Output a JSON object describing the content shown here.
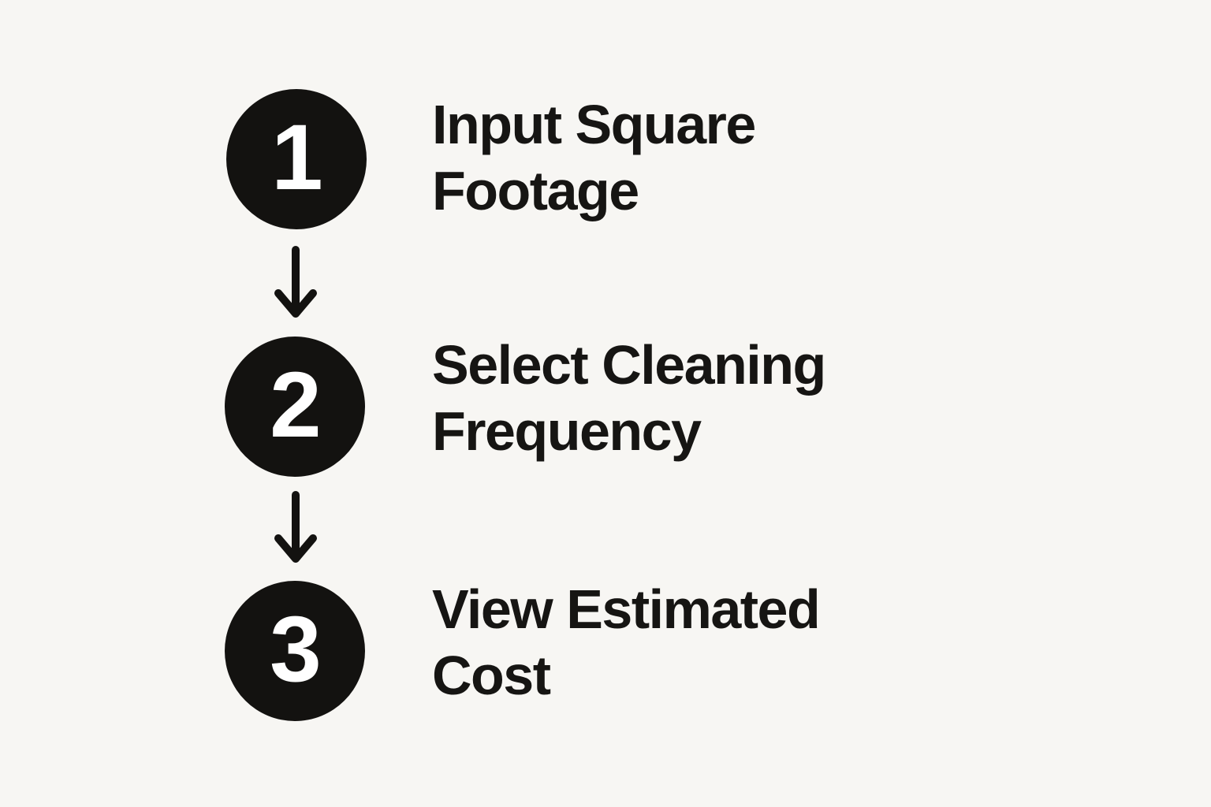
{
  "page": {
    "background_color": "#f7f6f3",
    "text_color": "#161513",
    "circle_color": "#131210",
    "number_color": "#ffffff"
  },
  "steps": [
    {
      "number": "1",
      "label": "Input Square Footage",
      "lines": [
        "Input Square",
        "Footage"
      ]
    },
    {
      "number": "2",
      "label": "Select Cleaning Frequency",
      "lines": [
        "Select Cleaning",
        "Frequency"
      ]
    },
    {
      "number": "3",
      "label": "View Estimated Cost",
      "lines": [
        "View Estimated",
        "Cost"
      ]
    }
  ],
  "connectors": [
    {
      "icon": "down-arrow"
    },
    {
      "icon": "down-arrow"
    }
  ]
}
